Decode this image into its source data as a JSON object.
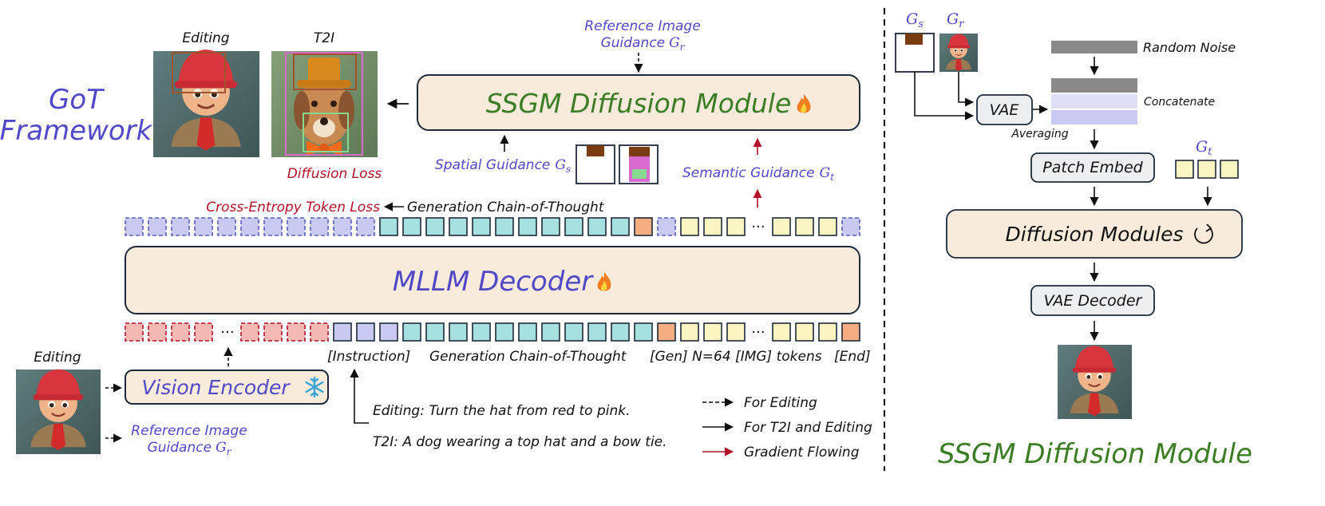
{
  "colors": {
    "purple": "#5148c7",
    "green": "#3b7d25",
    "red": "#b3112b",
    "box_fill": "#f8ebdc",
    "box_stroke": "#1e2a3a",
    "token_lilac": "#c9c9f2",
    "token_cyan": "#a6e0df",
    "token_yellow": "#fbf5c2",
    "token_salmon": "#f4b9b3",
    "token_orange": "#f2ad80",
    "brown": "#7a3b12",
    "pink_mask": "#d96ad0",
    "green_mask": "#86d98f",
    "gray_bar": "#8a8a8a",
    "module_gray": "#eceef0"
  },
  "left": {
    "title_line1": "GoT",
    "title_line2": "Framework",
    "editing_label_top": "Editing",
    "t2i_label": "T2I",
    "diffusion_loss": "Diffusion Loss",
    "ref_guidance_top_line1": "Reference Image",
    "ref_guidance_top_line2": "Guidance",
    "ssgm_label": "SSGM Diffusion Module",
    "spatial_guidance": "Spatial Guidance",
    "semantic_guidance": "Semantic Guidance",
    "ce_loss": "Cross-Entropy Token Loss",
    "gen_cot_top": "Generation Chain-of-Thought",
    "mllm_label": "MLLM Decoder",
    "instruction_label": "[Instruction]",
    "gen_cot_bottom": "Generation Chain-of-Thought",
    "gen_tokens_label": "[Gen] N=64 [IMG] tokens",
    "end_label": "[End]",
    "editing_label_bottom": "Editing",
    "vision_encoder_label": "Vision Encoder",
    "ref_guidance_bottom_line1": "Reference Image",
    "ref_guidance_bottom_line2": "Guidance",
    "editing_prompt": "Editing: Turn the hat from red to pink.",
    "t2i_prompt": "T2I: A dog wearing a top hat and a bow tie.",
    "legend": [
      "For Editing",
      "For T2I and Editing",
      "Gradient Flowing"
    ],
    "ellipsis": "···",
    "g_s": "G",
    "g_s_sub": "s",
    "g_t": "G",
    "g_t_sub": "t",
    "g_r": "G",
    "g_r_sub": "r"
  },
  "right": {
    "gs_label": "G",
    "gs_sub": "s",
    "gr_label": "G",
    "gr_sub": "r",
    "random_noise": "Random Noise",
    "vae": "VAE",
    "concatenate": "Concatenate",
    "averaging": "Averaging",
    "patch_embed": "Patch Embed",
    "gt_label": "G",
    "gt_sub": "t",
    "diffusion_modules": "Diffusion Modules",
    "vae_decoder": "VAE Decoder",
    "title": "SSGM Diffusion Module"
  }
}
